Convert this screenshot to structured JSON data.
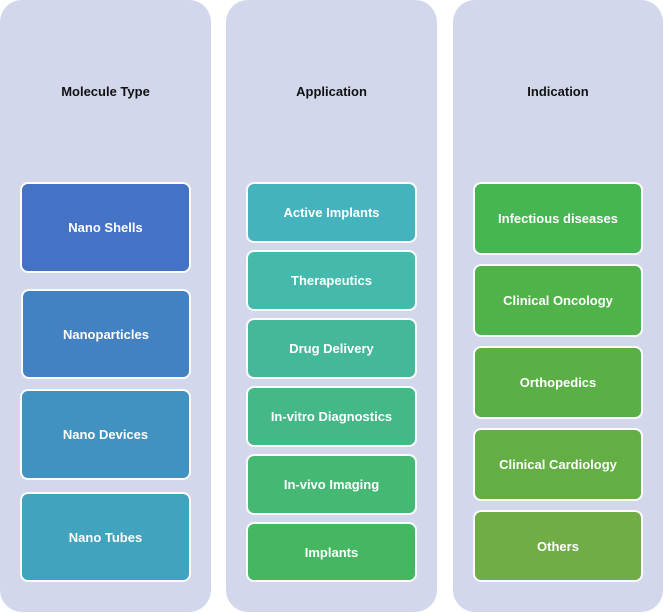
{
  "columns": [
    {
      "title": "Molecule Type",
      "items": [
        {
          "label": "Nano Shells",
          "color": "#4472c4"
        },
        {
          "label": "Nanoparticles",
          "color": "#4282c2"
        },
        {
          "label": "Nano Devices",
          "color": "#4192c0"
        },
        {
          "label": "Nano Tubes",
          "color": "#42a3be"
        }
      ]
    },
    {
      "title": "Application",
      "items": [
        {
          "label": "Active Implants",
          "color": "#45b3bd"
        },
        {
          "label": "Therapeutics",
          "color": "#45b9ac"
        },
        {
          "label": "Drug Delivery",
          "color": "#45b89a"
        },
        {
          "label": "In-vitro Diagnostics",
          "color": "#45b888"
        },
        {
          "label": "In-vivo Imaging",
          "color": "#45b874"
        },
        {
          "label": "Implants",
          "color": "#46b761"
        }
      ]
    },
    {
      "title": "Indication",
      "items": [
        {
          "label": "Infectious diseases",
          "color": "#46b653"
        },
        {
          "label": "Clinical Oncology",
          "color": "#50b34a"
        },
        {
          "label": "Orthopedics",
          "color": "#5ab046"
        },
        {
          "label": "Clinical Cardiology",
          "color": "#63ae45"
        },
        {
          "label": "Others",
          "color": "#70ad47"
        }
      ]
    }
  ]
}
